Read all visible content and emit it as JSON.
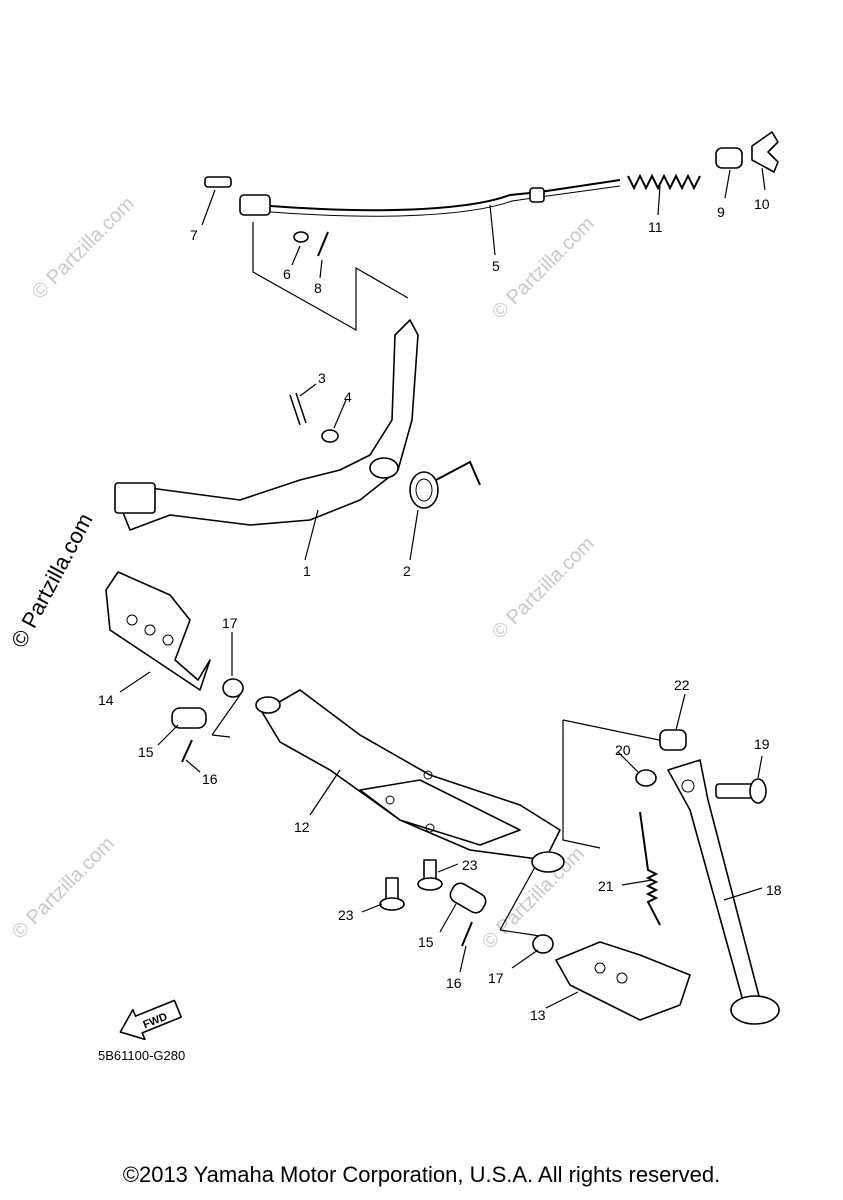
{
  "diagram": {
    "callouts": [
      {
        "id": "c1",
        "label": "1"
      },
      {
        "id": "c2",
        "label": "2"
      },
      {
        "id": "c3",
        "label": "3"
      },
      {
        "id": "c4",
        "label": "4"
      },
      {
        "id": "c5",
        "label": "5"
      },
      {
        "id": "c6",
        "label": "6"
      },
      {
        "id": "c7",
        "label": "7"
      },
      {
        "id": "c8",
        "label": "8"
      },
      {
        "id": "c9",
        "label": "9"
      },
      {
        "id": "c10",
        "label": "10"
      },
      {
        "id": "c11",
        "label": "11"
      },
      {
        "id": "c12",
        "label": "12"
      },
      {
        "id": "c13",
        "label": "13"
      },
      {
        "id": "c14",
        "label": "14"
      },
      {
        "id": "c15a",
        "label": "15"
      },
      {
        "id": "c15b",
        "label": "15"
      },
      {
        "id": "c16a",
        "label": "16"
      },
      {
        "id": "c16b",
        "label": "16"
      },
      {
        "id": "c17a",
        "label": "17"
      },
      {
        "id": "c17b",
        "label": "17"
      },
      {
        "id": "c18",
        "label": "18"
      },
      {
        "id": "c19",
        "label": "19"
      },
      {
        "id": "c20",
        "label": "20"
      },
      {
        "id": "c21",
        "label": "21"
      },
      {
        "id": "c22",
        "label": "22"
      },
      {
        "id": "c23a",
        "label": "23"
      },
      {
        "id": "c23b",
        "label": "23"
      }
    ],
    "fwd_label": "FWD",
    "diagram_code": "5B61100-G280",
    "watermark": "© Partzilla.com",
    "side_watermark": "© Partzilla.com"
  },
  "copyright": "©2013 Yamaha Motor Corporation, U.S.A. All rights reserved."
}
